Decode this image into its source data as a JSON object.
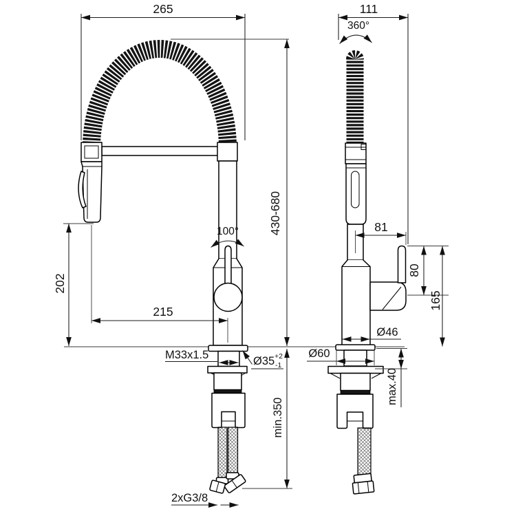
{
  "views": {
    "front": {
      "width": "265",
      "height_range": "430-680",
      "head_drop": "202",
      "reach": "215",
      "thread": "M33x1.5",
      "hole_dia": "Ø35",
      "hole_tol_plus": "+2",
      "hole_tol_minus": "-1",
      "hose_min": "min.350",
      "hose_thread": "2xG3/8",
      "handle_swivel": "100°"
    },
    "side": {
      "width": "111",
      "spout_swivel": "360°",
      "handle_reach": "81",
      "handle_rise": "80",
      "body_height": "165",
      "body_dia": "Ø46",
      "base_dia": "Ø60",
      "deck_max": "max.40"
    }
  },
  "colors": {
    "line": "#000000",
    "background": "#ffffff",
    "spring": "#141414"
  }
}
